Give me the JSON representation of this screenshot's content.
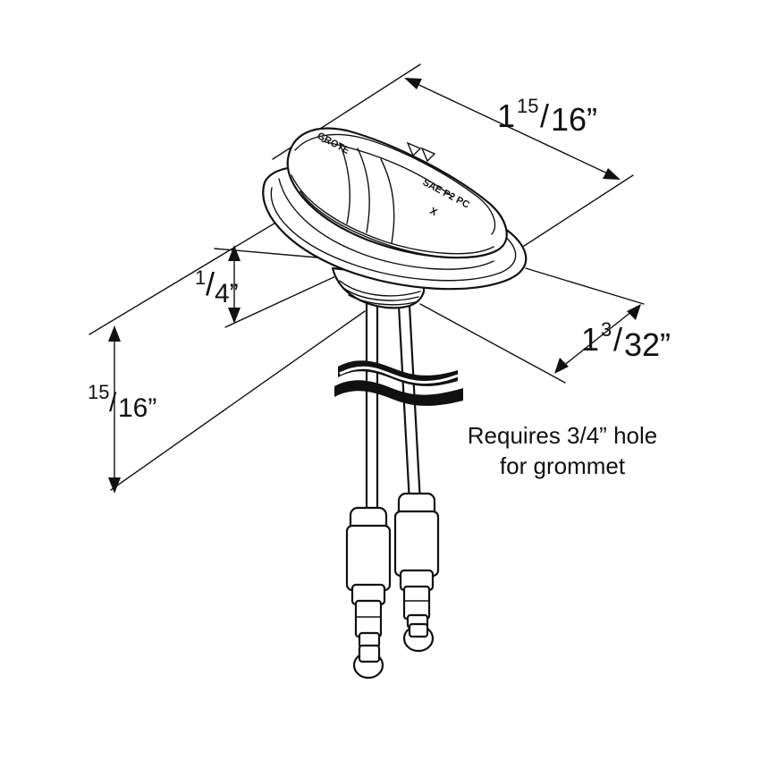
{
  "dimensions": {
    "width": {
      "whole": "1",
      "numerator": "15",
      "denominator": "16”"
    },
    "depth": {
      "whole": "1",
      "numerator": "3",
      "denominator": "32”"
    },
    "flange": {
      "numerator": "1",
      "denominator": "4”"
    },
    "height": {
      "numerator": "15",
      "denominator": "16”"
    }
  },
  "lens_markings": {
    "brand": "GROTE",
    "code_line1": "SAE P2 PC",
    "code_line2": "X"
  },
  "note": {
    "line1": "Requires 3/4” hole",
    "line2": "for grommet"
  }
}
